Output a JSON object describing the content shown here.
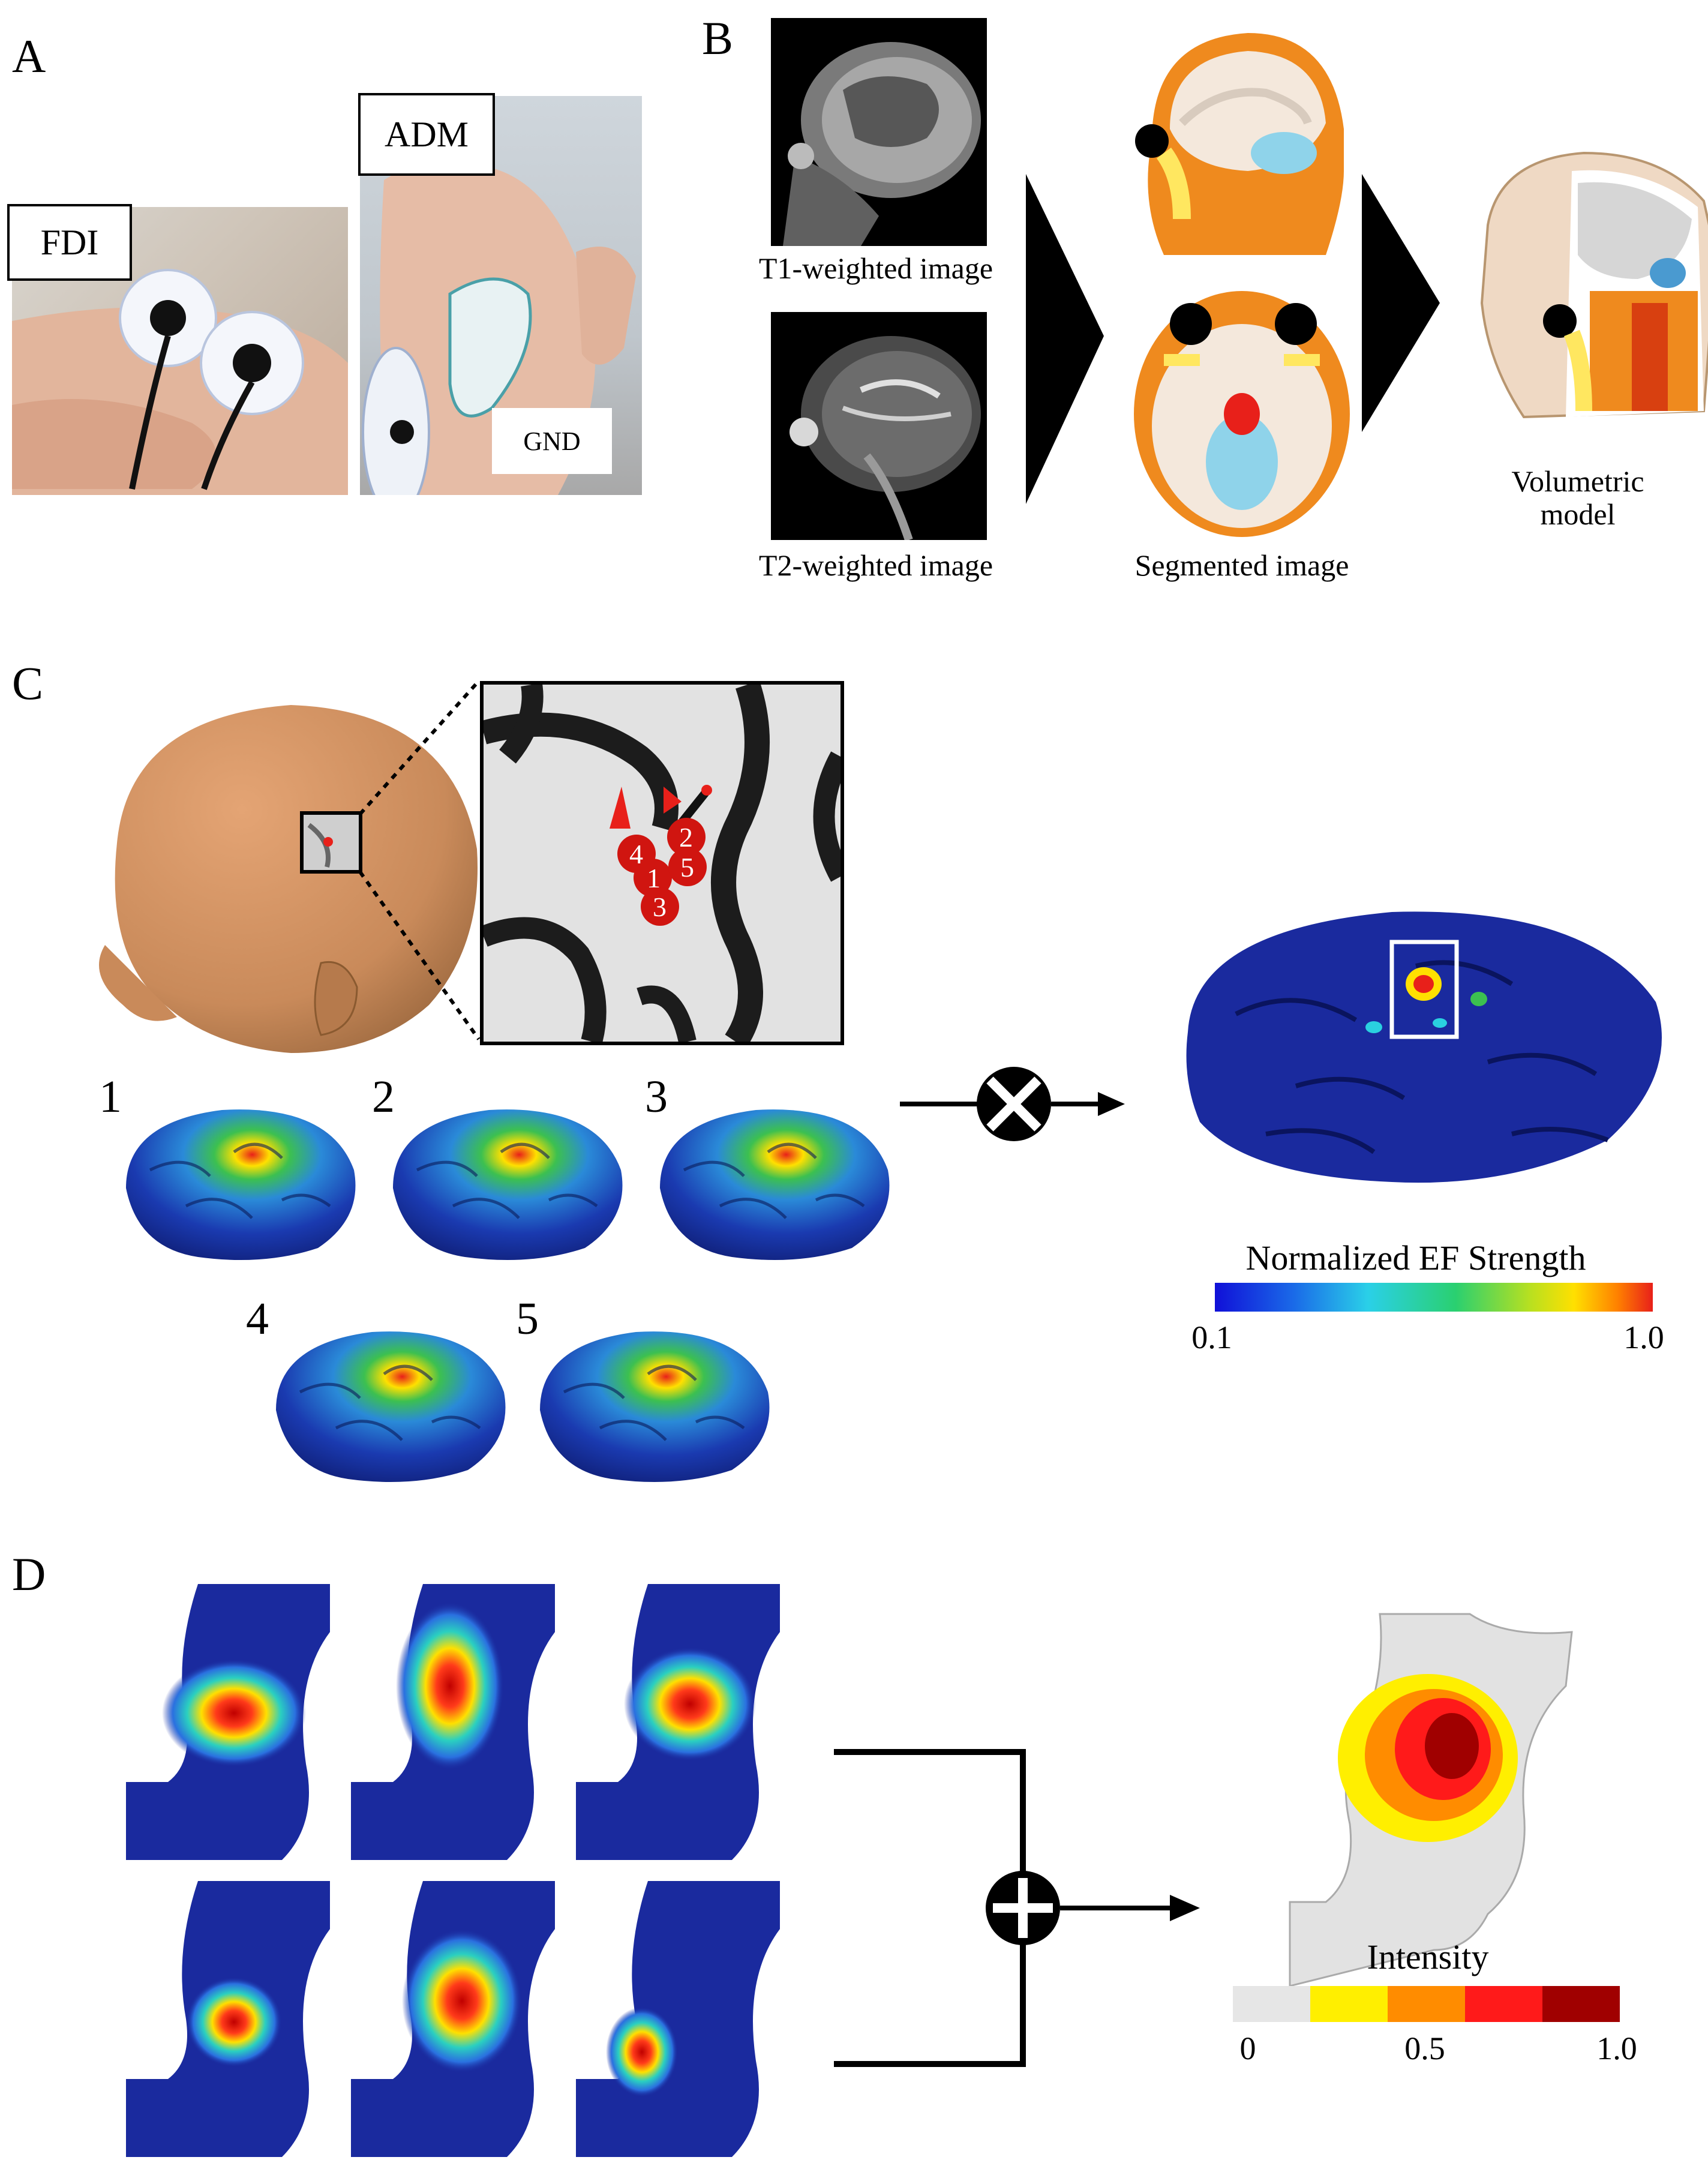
{
  "panels": {
    "a": {
      "letter": "A",
      "fdi_label": "FDI",
      "adm_label": "ADM",
      "gnd_label": "GND"
    },
    "b": {
      "letter": "B",
      "t1_caption": "T1-weighted image",
      "t2_caption": "T2-weighted image",
      "segmented_caption": "Segmented image",
      "volumetric_caption_line1": "Volumetric",
      "volumetric_caption_line2": "model"
    },
    "c": {
      "letter": "C",
      "target_numbers": [
        "1",
        "2",
        "3",
        "4",
        "5"
      ],
      "brain_labels": [
        "1",
        "2",
        "3",
        "4",
        "5"
      ],
      "colorbar_title": "Normalized EF Strength",
      "colorbar_min": "0.1",
      "colorbar_max": "1.0"
    },
    "d": {
      "letter": "D",
      "colorbar_title": "Intensity",
      "colorbar_ticks": [
        "0",
        "0.5",
        "1.0"
      ]
    }
  },
  "colors": {
    "skin": "#c98a5a",
    "tissue_orange": "#ef8a1e",
    "ef_blue": "#1a2a9e",
    "ef_red": "#e8201a",
    "intensity_scale": [
      "#e6e6e6",
      "#ffef00",
      "#ff8c00",
      "#ff1a1a",
      "#a00000"
    ]
  }
}
